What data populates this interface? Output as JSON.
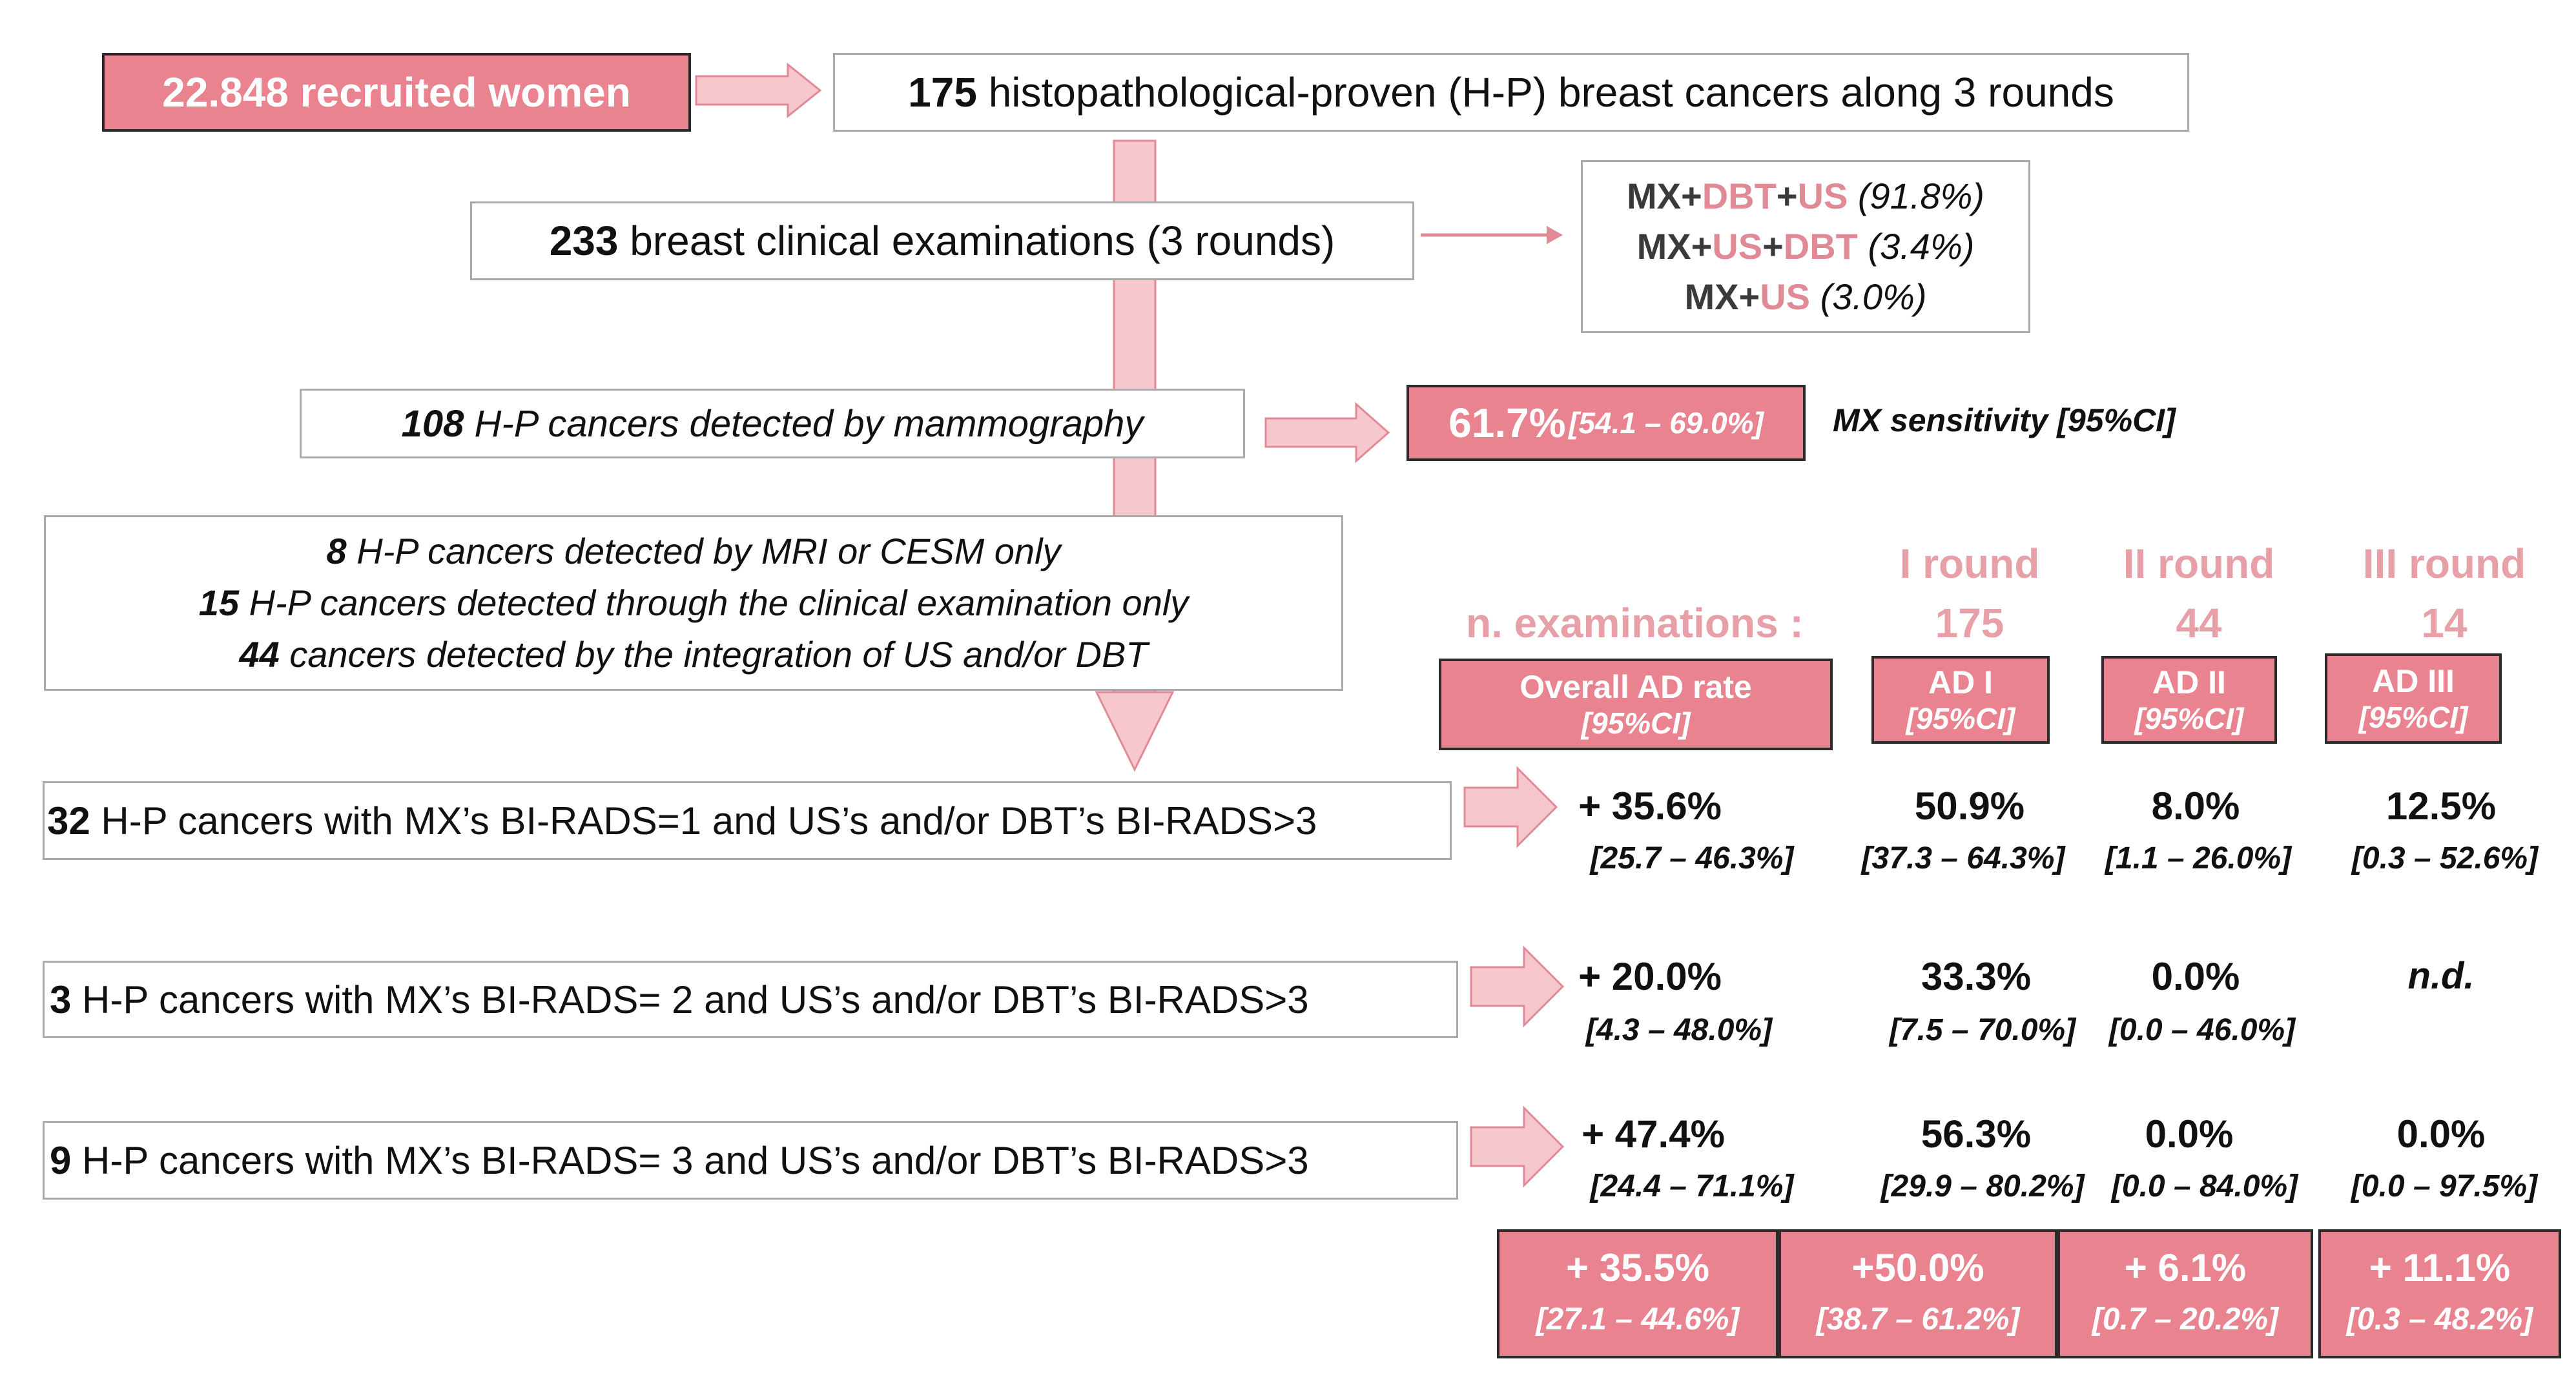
{
  "colors": {
    "accent": "#e8838f",
    "arrow_fill": "#f7c7ce",
    "arrow_stroke": "#e08a95",
    "header_pink": "#e8a0a8"
  },
  "top": {
    "recruited": "22.848 recruited women",
    "cancers_num": "175",
    "cancers_text": "histopathological-proven (H-P) breast cancers along 3 rounds"
  },
  "clinical": {
    "num": "233",
    "text": "breast clinical examinations (3 rounds)"
  },
  "modality": [
    {
      "parts": [
        "MX+",
        "DBT",
        "+",
        "US"
      ],
      "pct": "(91.8%)"
    },
    {
      "parts": [
        "MX+",
        "US",
        "+",
        "DBT"
      ],
      "pct": "(3.4%)"
    },
    {
      "parts": [
        "MX+",
        "US"
      ],
      "pct": "(3.0%)"
    }
  ],
  "mammo": {
    "num": "108",
    "text": "H-P cancers detected  by mammography"
  },
  "sensitivity": {
    "value": "61.7%",
    "ci": "[54.1 – 69.0%]",
    "label": "MX sensitivity [95%CI]"
  },
  "other": [
    {
      "num": "8",
      "text": "H-P cancers detected  by MRI or CESM only"
    },
    {
      "num": "15",
      "text": "H-P cancers detected  through the clinical examination only"
    },
    {
      "num": "44",
      "text": "cancers detected by the integration of US and/or DBT"
    }
  ],
  "rounds": {
    "label": "n. examinations :",
    "headers": [
      "I round",
      "II round",
      "III round"
    ],
    "counts": [
      "175",
      "44",
      "14"
    ]
  },
  "ad_headers": [
    {
      "title": "Overall AD rate",
      "sub": "[95%CI]"
    },
    {
      "title": "AD I",
      "sub": "[95%CI]"
    },
    {
      "title": "AD II",
      "sub": "[95%CI]"
    },
    {
      "title": "AD III",
      "sub": "[95%CI]"
    }
  ],
  "rows": [
    {
      "num": "32",
      "text": "H-P cancers with MX’s BI-RADS=1 and US’s and/or DBT’s BI-RADS>3",
      "values": [
        "+ 35.6%",
        "50.9%",
        "8.0%",
        "12.5%"
      ],
      "cis": [
        "[25.7 – 46.3%]",
        "[37.3 – 64.3%]",
        "[1.1 – 26.0%]",
        "[0.3 – 52.6%]"
      ]
    },
    {
      "num": "3",
      "text": "H-P cancers with MX’s BI-RADS= 2 and US’s and/or DBT’s BI-RADS>3",
      "values": [
        "+ 20.0%",
        "33.3%",
        "0.0%",
        "n.d."
      ],
      "cis": [
        "[4.3 – 48.0%]",
        "[7.5 – 70.0%]",
        "[0.0 – 46.0%]",
        ""
      ]
    },
    {
      "num": "9",
      "text": "H-P cancers with MX’s BI-RADS= 3 and US’s and/or DBT’s BI-RADS>3",
      "values": [
        "+ 47.4%",
        "56.3%",
        "0.0%",
        "0.0%"
      ],
      "cis": [
        "[24.4 – 71.1%]",
        "[29.9 – 80.2%]",
        "[0.0 – 84.0%]",
        "[0.0 – 97.5%]"
      ]
    }
  ],
  "totals": [
    {
      "value": "+ 35.5%",
      "ci": "[27.1 – 44.6%]"
    },
    {
      "value": "+50.0%",
      "ci": "[38.7 – 61.2%]"
    },
    {
      "value": "+ 6.1%",
      "ci": "[0.7 – 20.2%]"
    },
    {
      "value": "+ 11.1%",
      "ci": "[0.3 – 48.2%]"
    }
  ]
}
